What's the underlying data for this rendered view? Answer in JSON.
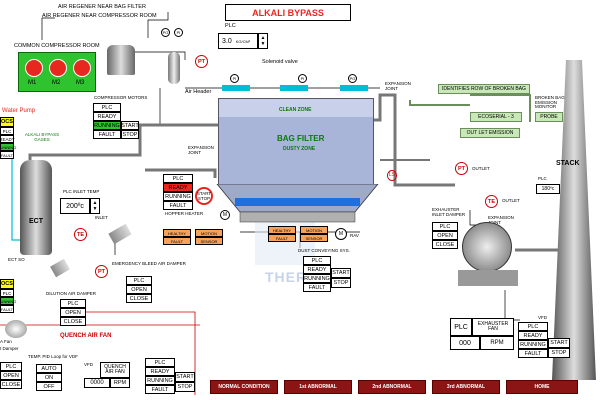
{
  "title": "ALKALI BYPASS",
  "labels": {
    "air_reg_bag": "AIR REGENER NEAR BAG FILTER",
    "air_reg_comp": "AIR REGENER NEAR COMPRESSOR ROOM",
    "common_comp_room": "COMMON COMPRESSOR ROOM",
    "compressor_motors": "COMPRESSOR MOTORS",
    "water_pump": "Water Pump",
    "alkali_bypass_gases": "ALKALI BYPASS GASES",
    "air_header": "Air Header",
    "solenoid_valve": "Solenoid valve",
    "clean_zone": "CLEAN ZONE",
    "bag_filter": "BAG FILTER",
    "dusty_zone": "DUSTY ZONE",
    "expansion_joint_top": "EXPANSION JOINT",
    "expansion_joint_mid": "EXPANSION JOINT",
    "expansion_joint_right": "EXPANSION JOINT",
    "identifies_row": "IDENTIFIES ROW OF BROKEN BAG",
    "broken_bag_monitor": "BROKEN BAG & EMISSION MONITOR",
    "ecoserial": "ECOSERIAL - 3",
    "probe": "PROBE",
    "outlet_emission": "OUT LET EMISSION",
    "stack": "STACK",
    "outlet": "OUTLET",
    "outlet2": "OUTLET",
    "hopper_heater": "HOPPER HEATER",
    "ect": "ECT",
    "inlet": "INLET",
    "plc_inlet_temp": "PLC INLET TEMP",
    "emergency_bleed": "EMERGENCY BLEED AIR DAMPER",
    "dilution_damper": "DILUTION AIR DAMPER",
    "dust_conveying": "DUST CONVEYING SYS.",
    "rav": "RAV",
    "exhauster_inlet_damper": "EXHAUSTER INLET DAMPER",
    "quench_air_fan": "QUENCH AIR FAN",
    "temp_pid": "TEMP. PID Loop for VDF",
    "a_fan": "A Fan",
    "damper": "t Damper",
    "ect_so": "ECT SO",
    "thermax": "THERMAX"
  },
  "motors": [
    "M1",
    "M2",
    "M3"
  ],
  "gauges": {
    "pg": "PG",
    "pi": "PI"
  },
  "plc_pressure": {
    "label": "PLC",
    "value": "3.0",
    "unit": "KG/CM²"
  },
  "pt_label": "PT",
  "te_label": "TE",
  "ls_label": "LS",
  "m_label": "M",
  "left_ctrl": {
    "plc": "PLC",
    "ready": "READY",
    "running": "RUNNING",
    "start": "START",
    "fault": "FAULT",
    "stop": "STOP"
  },
  "ocs_top": "OCS",
  "ocs_bottom": "OCS",
  "heater_ctrl": {
    "plc": "PLC",
    "ready": "READY",
    "running": "RUNNING",
    "start": "START",
    "fault": "FAULT",
    "stop": "STOP"
  },
  "inlet_temp": {
    "value": "200ºc"
  },
  "healthy_fault_1": {
    "healthy": "HEALTHY",
    "fault": "FAULT",
    "motion": "MOTION",
    "sensor": "SENSOR"
  },
  "healthy_fault_2": {
    "healthy": "HEALTHY",
    "fault": "FAULT",
    "motion": "MOTION",
    "sensor": "SENSOR"
  },
  "dust_ctrl": {
    "plc": "PLC",
    "ready": "READY",
    "running": "RUNNING",
    "start": "START",
    "fault": "FAULT",
    "stop": "STOP"
  },
  "emergency_ctrl": {
    "plc": "PLC",
    "open": "OPEN",
    "close": "CLOSE"
  },
  "dilution_ctrl": {
    "plc": "PLC",
    "open": "OPEN",
    "close": "CLOSE"
  },
  "left_small": {
    "plc": "PLC",
    "open": "OPEN",
    "close": "CLOSE"
  },
  "exh_damper_ctrl": {
    "plc": "PLC",
    "open": "OPEN",
    "close": "CLOSE"
  },
  "stack_temp": {
    "plc": "PLC",
    "value": "180ºc"
  },
  "exhauster_fan": {
    "plc": "PLC",
    "title": "EXHAUSTER FAN",
    "value": "000",
    "unit": "RPM",
    "vfd": "VFD"
  },
  "exhauster_ctrl": {
    "plc": "PLC",
    "ready": "READY",
    "running": "RUNNING",
    "start": "START",
    "fault": "FAULT",
    "stop": "STOP"
  },
  "quench_vfd": {
    "auto": "AUTO",
    "on": "ON",
    "off": "OFF",
    "vfd": "VFD",
    "title": "QUENCH AIR FAN",
    "value": "0000",
    "unit": "RPM"
  },
  "quench_ctrl": {
    "plc": "PLC",
    "ready": "READY",
    "running": "RUNNING",
    "start": "START",
    "fault": "FAULT",
    "stop": "STOP"
  },
  "nav": [
    "NORMAL CONDITION",
    "1st ABNORMAL",
    "2nd ABNORMAL",
    "3rd ABNORMAL",
    "HOME"
  ],
  "colors": {
    "red": "#e8281e",
    "green": "#2fc42f",
    "yellow": "#ffff00",
    "nav": "#8b1414",
    "pipe": "#c9e8b8"
  }
}
